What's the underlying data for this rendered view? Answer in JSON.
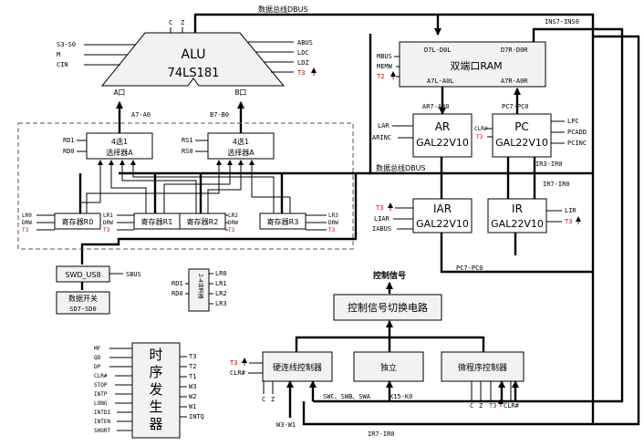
{
  "alu": {
    "name": "ALU",
    "chip": "74LS181",
    "top_pins": [
      "C",
      "Z"
    ],
    "left_pins": [
      "S3-S0",
      "M",
      "CIN"
    ],
    "right_pins": [
      "ABUS",
      "LDC",
      "LDZ",
      "T3"
    ],
    "port_a": "A口",
    "port_b": "B口",
    "bus_a": "A7-A0",
    "bus_b": "B7-B0"
  },
  "data_bus_top": "数据总线DBUS",
  "ins_bus": "INS7-INS0",
  "ram": {
    "name": "双端口RAM",
    "left_top": "D7L-D0L",
    "right_top": "D7R-D0R",
    "left_bottom": "A7L-A0L",
    "right_bottom": "A7R-A0R",
    "left_pins": [
      "MBUS",
      "MEMW",
      "T2"
    ]
  },
  "ar": {
    "name": "AR",
    "chip": "GAL22V10",
    "left_pins": [
      "LAR",
      "ARINC"
    ],
    "bus_top": "AR7-AR0"
  },
  "pc": {
    "name": "PC",
    "chip": "GAL22V10",
    "left_pins": [
      "CLR#",
      "T3"
    ],
    "right_pins": [
      "LPC",
      "PCADD",
      "PCINC"
    ],
    "bus_top": "PC7-PC0"
  },
  "data_bus_mid": "数据总线DBUS",
  "ir_bus_a": "IR3-IR0",
  "ir_bus_b": "IR7-IR0",
  "iar": {
    "name": "IAR",
    "chip": "GAL22V10",
    "left_pins": [
      "T3",
      "LIAR",
      "IABUS"
    ]
  },
  "ir": {
    "name": "IR",
    "chip": "GAL22V10",
    "right_pins": [
      "LIR",
      "T3"
    ]
  },
  "pc_bus_bottom": "PC7-PC0",
  "mux_a": {
    "line1": "4选1",
    "line2": "选择器A",
    "pins": [
      "RD1",
      "RD0"
    ]
  },
  "mux_b": {
    "line1": "4选1",
    "line2": "选择器A",
    "pins": [
      "RS1",
      "RS0"
    ]
  },
  "registers": [
    {
      "name": "寄存器R0",
      "pins": [
        "LR0",
        "DRW",
        "T3"
      ]
    },
    {
      "name": "寄存器R1",
      "pins": [
        "LR1",
        "DRW",
        "T3"
      ]
    },
    {
      "name": "寄存器R2",
      "pins": [
        "LR2",
        "DRW",
        "T3"
      ]
    },
    {
      "name": "寄存器R3",
      "pins": [
        "LR3",
        "DRW",
        "T3"
      ]
    }
  ],
  "swd": {
    "name": "SWD_US8",
    "bus": "SBUS"
  },
  "switch": {
    "line1": "数据开关",
    "line2": "SD7-SD0"
  },
  "decoder": {
    "name": "2-4译码器",
    "inputs": [
      "RD1",
      "RD0"
    ],
    "outputs": [
      "LR0",
      "LR1",
      "LR2",
      "LR3"
    ]
  },
  "ctrl_title": "控制信号",
  "ctrl_switch": "控制信号切换电路",
  "hardwired": {
    "name": "硬连线控制器",
    "left_pins": [
      "T3",
      "CLR#"
    ],
    "bottom_pins": [
      "C",
      "Z"
    ]
  },
  "independent": {
    "name": "独立"
  },
  "micro": {
    "name": "微程序控制器",
    "bottom_pins": [
      "C",
      "Z",
      "T3",
      "CLR#"
    ]
  },
  "bus_swc": "SWC、SWB、SWA",
  "bus_k": "K15-K0",
  "bus_w": "W3-W1",
  "bus_ir_bottom": "IR7-IR0",
  "timing": {
    "title": [
      "时",
      "序",
      "发",
      "生",
      "器"
    ],
    "left_pins": [
      "MF",
      "QD",
      "DP",
      "CLR#",
      "STOP",
      "INTP",
      "LONG",
      "INTDI",
      "INTEN",
      "SHORT"
    ],
    "right_pins": [
      "T3",
      "T2",
      "T1",
      "W3",
      "W2",
      "W1",
      "INTQ"
    ]
  }
}
